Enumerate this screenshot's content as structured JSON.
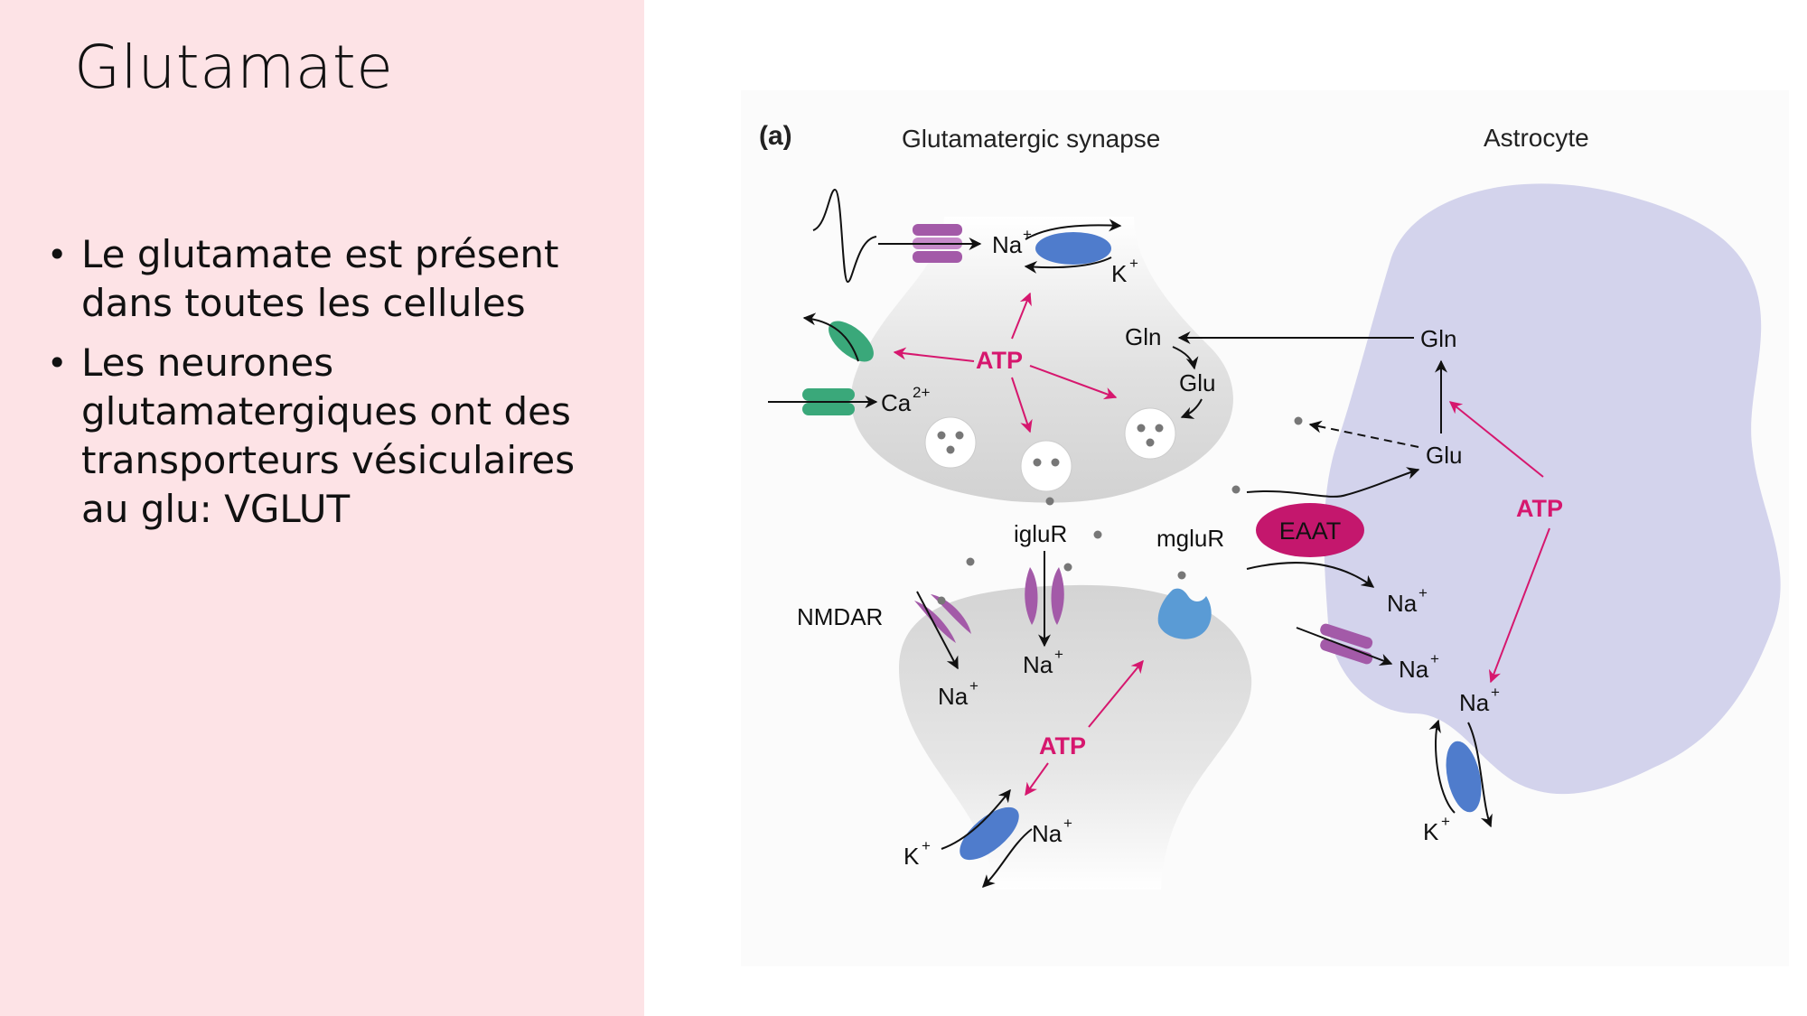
{
  "slide": {
    "title": "Glutamate",
    "bullets": [
      "Le glutamate est présent dans toutes les cellules",
      "Les neurones glutamatergiques ont des transporteurs vésiculaires au glu: VGLUT"
    ]
  },
  "diagram": {
    "panel_label": "(a)",
    "synapse_title": "Glutamatergic synapse",
    "astrocyte_title": "Astrocyte",
    "labels": {
      "na_top": "Na",
      "k_top": "K",
      "ca": "Ca",
      "ca_sup": "2+",
      "plus": "+",
      "atp_pre": "ATP",
      "gln_pre": "Gln",
      "glu_pre": "Glu",
      "gln_astro": "Gln",
      "glu_astro": "Glu",
      "atp_astro": "ATP",
      "eaat": "EAAT",
      "na_eaat": "Na",
      "na_astro_channel": "Na",
      "na_astro_pump": "Na",
      "k_astro": "K",
      "igluR": "igluR",
      "mgluR": "mgluR",
      "nmdar": "NMDAR",
      "na_nmdar": "Na",
      "na_iglur": "Na",
      "atp_post": "ATP",
      "na_post_pump": "Na",
      "k_post": "K"
    },
    "colors": {
      "atp": "#d6176e",
      "astrocyte": "#d3d3ec",
      "neuron": "#dcdcdc",
      "pump_blue": "#4f7ccc",
      "channel_purple": "#a35aa8",
      "channel_green": "#3aa87a",
      "eaat": "#c4176d"
    }
  }
}
